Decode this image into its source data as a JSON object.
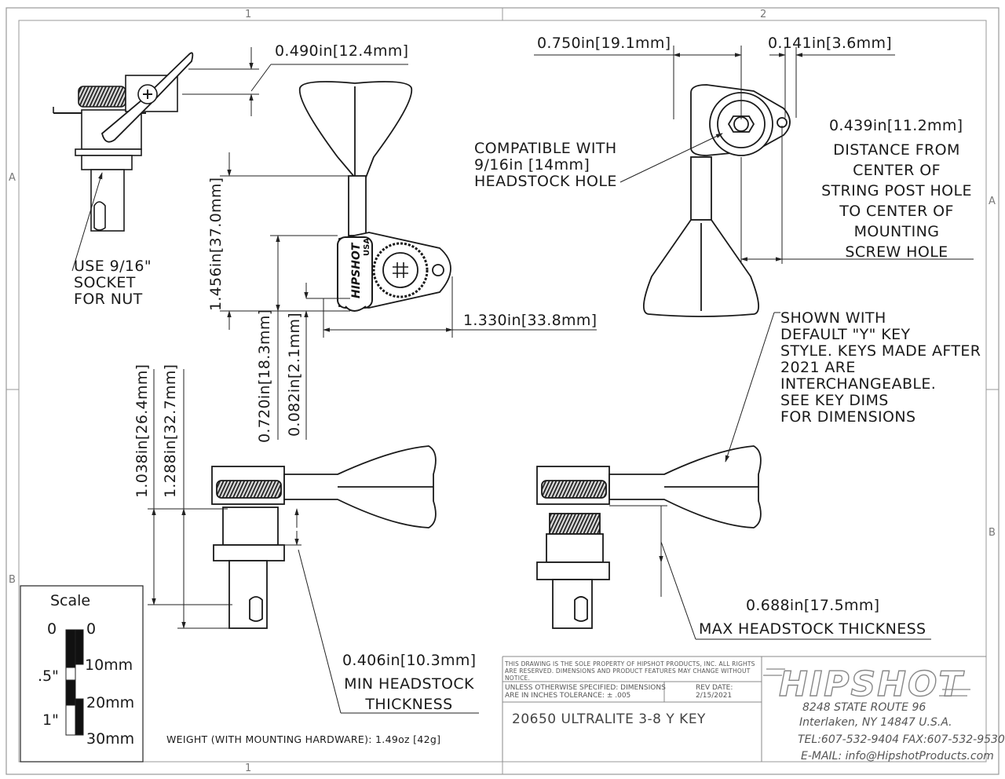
{
  "zones": {
    "col1_top": "1",
    "col2_top": "2",
    "col1_bottom": "1",
    "row_a_left": "A",
    "row_a_right": "A",
    "row_b_left": "B",
    "row_b_right": "B"
  },
  "dims": {
    "d_0490": "0.490in[12.4mm]",
    "d_0750": "0.750in[19.1mm]",
    "d_0141": "0.141in[3.6mm]",
    "d_0439": "0.439in[11.2mm]",
    "d_1456": "1.456in[37.0mm]",
    "d_1330": "1.330in[33.8mm]",
    "d_0720": "0.720in[18.3mm]",
    "d_0082": "0.082in[2.1mm]",
    "d_1038": "1.038in[26.4mm]",
    "d_1288": "1.288in[32.7mm]",
    "d_0688": "0.688in[17.5mm]",
    "d_0406": "0.406in[10.3mm]"
  },
  "notes": {
    "socket": [
      "USE 9/16\"",
      "SOCKET",
      "FOR NUT"
    ],
    "compatible": [
      "COMPATIBLE WITH",
      "9/16in [14mm]",
      "HEADSTOCK HOLE"
    ],
    "distance": [
      "DISTANCE FROM",
      "CENTER OF",
      "STRING POST HOLE",
      "TO CENTER OF",
      "MOUNTING",
      "SCREW HOLE"
    ],
    "shown": [
      "SHOWN WITH",
      "DEFAULT \"Y\" KEY",
      "STYLE. KEYS MADE AFTER",
      "2021 ARE",
      "INTERCHANGEABLE.",
      "SEE KEY DIMS",
      "FOR DIMENSIONS"
    ],
    "max_headstock": "MAX HEADSTOCK THICKNESS",
    "min_headstock": [
      "MIN HEADSTOCK",
      "THICKNESS"
    ]
  },
  "scale": {
    "title": "Scale",
    "inch_labels": [
      "0",
      ".5\"",
      "1\""
    ],
    "mm_labels": [
      "0",
      "10mm",
      "20mm",
      "30mm"
    ]
  },
  "weight": "WEIGHT (WITH MOUNTING HARDWARE): 1.49oz [42g]",
  "title_block": {
    "property": "THIS DRAWING IS THE SOLE PROPERTY OF HIPSHOT PRODUCTS, INC. ALL RIGHTS ARE RESERVED. DIMENSIONS AND PRODUCT FEATURES MAY CHANGE WITHOUT NOTICE.",
    "unless_1": "UNLESS OTHERWISE SPECIFIED: DIMENSIONS",
    "unless_2": "ARE IN INCHES TOLERANCE: ± .005",
    "rev_label": "REV DATE:",
    "rev_date": "2/15/2021",
    "part": "20650 ULTRALITE 3-8 Y KEY",
    "company_logo": "HIPSHOT",
    "address_1": "8248 STATE ROUTE 96",
    "address_2": "Interlaken, NY 14847 U.S.A.",
    "phone": "TEL:607-532-9404 FAX:607-532-9530",
    "email": "E-MAIL: info@HipshotProducts.com"
  },
  "part_marking": {
    "brand": "HIPSHOT",
    "origin": "USA"
  }
}
